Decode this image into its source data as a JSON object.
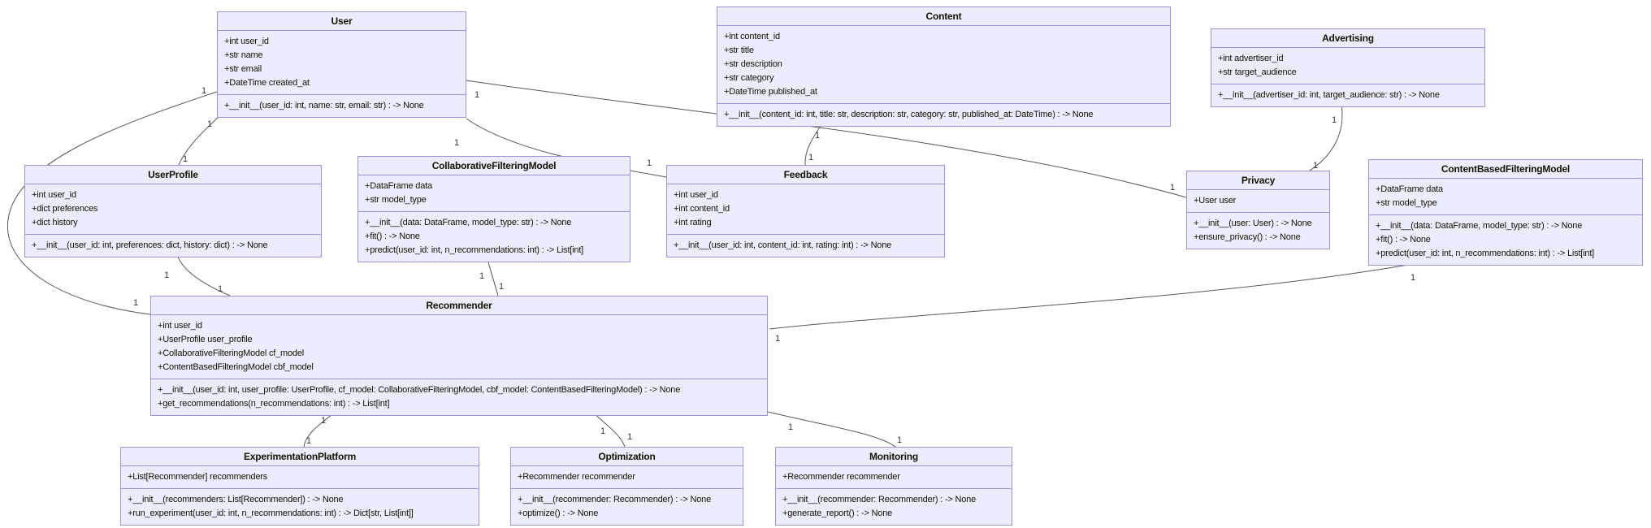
{
  "diagram": {
    "kind": "UML class diagram",
    "background": "#ffffff"
  },
  "colors": {
    "class_fill": "#ECECFF",
    "class_border": "#9f91dd",
    "edge_line": "#565656",
    "text": "#131300"
  },
  "classes": {
    "user": {
      "title": "User",
      "attributes": [
        "+int user_id",
        "+str name",
        "+str email",
        "+DateTime created_at"
      ],
      "methods": [
        "+__init__(user_id: int, name: str, email: str) : -> None"
      ]
    },
    "content": {
      "title": "Content",
      "attributes": [
        "+int content_id",
        "+str title",
        "+str description",
        "+str category",
        "+DateTime published_at"
      ],
      "methods": [
        "+__init__(content_id: int, title: str, description: str, category: str, published_at: DateTime) : -> None"
      ]
    },
    "advertising": {
      "title": "Advertising",
      "attributes": [
        "+int advertiser_id",
        "+str target_audience"
      ],
      "methods": [
        "+__init__(advertiser_id: int, target_audience: str) : -> None"
      ]
    },
    "userprofile": {
      "title": "UserProfile",
      "attributes": [
        "+int user_id",
        "+dict preferences",
        "+dict history"
      ],
      "methods": [
        "+__init__(user_id: int, preferences: dict, history: dict) : -> None"
      ]
    },
    "cfm": {
      "title": "CollaborativeFilteringModel",
      "attributes": [
        "+DataFrame data",
        "+str model_type"
      ],
      "methods": [
        "+__init__(data: DataFrame, model_type: str) : -> None",
        "+fit() : -> None",
        "+predict(user_id: int, n_recommendations: int) : -> List[int]"
      ]
    },
    "feedback": {
      "title": "Feedback",
      "attributes": [
        "+int user_id",
        "+int content_id",
        "+int rating"
      ],
      "methods": [
        "+__init__(user_id: int, content_id: int, rating: int) : -> None"
      ]
    },
    "privacy": {
      "title": "Privacy",
      "attributes": [
        "+User user"
      ],
      "methods": [
        "+__init__(user: User) : -> None",
        "+ensure_privacy() : -> None"
      ]
    },
    "cbfm": {
      "title": "ContentBasedFilteringModel",
      "attributes": [
        "+DataFrame data",
        "+str model_type"
      ],
      "methods": [
        "+__init__(data: DataFrame, model_type: str) : -> None",
        "+fit() : -> None",
        "+predict(user_id: int, n_recommendations: int) : -> List[int]"
      ]
    },
    "recommender": {
      "title": "Recommender",
      "attributes": [
        "+int user_id",
        "+UserProfile user_profile",
        "+CollaborativeFilteringModel cf_model",
        "+ContentBasedFilteringModel cbf_model"
      ],
      "methods": [
        "+__init__(user_id: int, user_profile: UserProfile, cf_model: CollaborativeFilteringModel, cbf_model: ContentBasedFilteringModel) : -> None",
        "+get_recommendations(n_recommendations: int) : -> List[int]"
      ]
    },
    "ep": {
      "title": "ExperimentationPlatform",
      "attributes": [
        "+List[Recommender] recommenders"
      ],
      "methods": [
        "+__init__(recommenders: List[Recommender]) : -> None",
        "+run_experiment(user_id: int, n_recommendations: int) : -> Dict[str, List[int]]"
      ]
    },
    "opt": {
      "title": "Optimization",
      "attributes": [
        "+Recommender recommender"
      ],
      "methods": [
        "+__init__(recommender: Recommender) : -> None",
        "+optimize() : -> None"
      ]
    },
    "mon": {
      "title": "Monitoring",
      "attributes": [
        "+Recommender recommender"
      ],
      "methods": [
        "+__init__(recommender: Recommender) : -> None",
        "+generate_report() : -> None"
      ]
    }
  },
  "edges": [
    {
      "from": "User",
      "to": "UserProfile",
      "m1": "1",
      "m2": "1"
    },
    {
      "from": "User",
      "to": "Recommender",
      "m1": "1",
      "m2": "1"
    },
    {
      "from": "User",
      "to": "Feedback",
      "m1": "1",
      "m2": "1"
    },
    {
      "from": "User",
      "to": "Privacy",
      "m1": "1",
      "m2": "1"
    },
    {
      "from": "Content",
      "to": "Feedback",
      "m1": "1",
      "m2": "1"
    },
    {
      "from": "Advertising",
      "to": "Privacy",
      "m1": "1",
      "m2": "1"
    },
    {
      "from": "UserProfile",
      "to": "Recommender",
      "m1": "1",
      "m2": "1"
    },
    {
      "from": "CollaborativeFilteringModel",
      "to": "Recommender",
      "m1": "1",
      "m2": "1"
    },
    {
      "from": "ContentBasedFilteringModel",
      "to": "Recommender",
      "m1": "1",
      "m2": "1"
    },
    {
      "from": "Recommender",
      "to": "ExperimentationPlatform",
      "m1": "1",
      "m2": "1"
    },
    {
      "from": "Recommender",
      "to": "Optimization",
      "m1": "1",
      "m2": "1"
    },
    {
      "from": "Recommender",
      "to": "Monitoring",
      "m1": "1",
      "m2": "1"
    }
  ]
}
